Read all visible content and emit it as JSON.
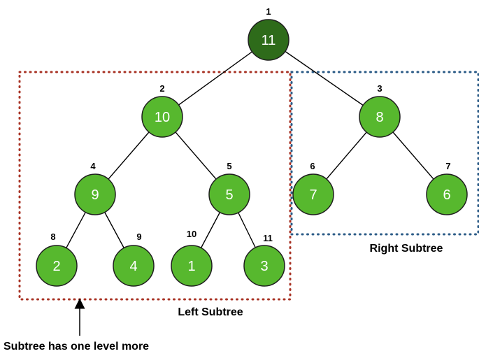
{
  "colors": {
    "root_fill": "#2e6b1a",
    "node_fill": "#57b82e",
    "node_stroke": "#1f1f1f",
    "left_box": "#a83224",
    "right_box": "#2a5a86"
  },
  "nodes": [
    {
      "index": "1",
      "value": "11",
      "root": true
    },
    {
      "index": "2",
      "value": "10"
    },
    {
      "index": "3",
      "value": "8"
    },
    {
      "index": "4",
      "value": "9"
    },
    {
      "index": "5",
      "value": "5"
    },
    {
      "index": "6",
      "value": "7"
    },
    {
      "index": "7",
      "value": "6"
    },
    {
      "index": "8",
      "value": "2"
    },
    {
      "index": "9",
      "value": "4"
    },
    {
      "index": "10",
      "value": "1"
    },
    {
      "index": "11",
      "value": "3"
    }
  ],
  "labels": {
    "left_subtree": "Left Subtree",
    "right_subtree": "Right Subtree",
    "note": "Subtree has one level more"
  }
}
